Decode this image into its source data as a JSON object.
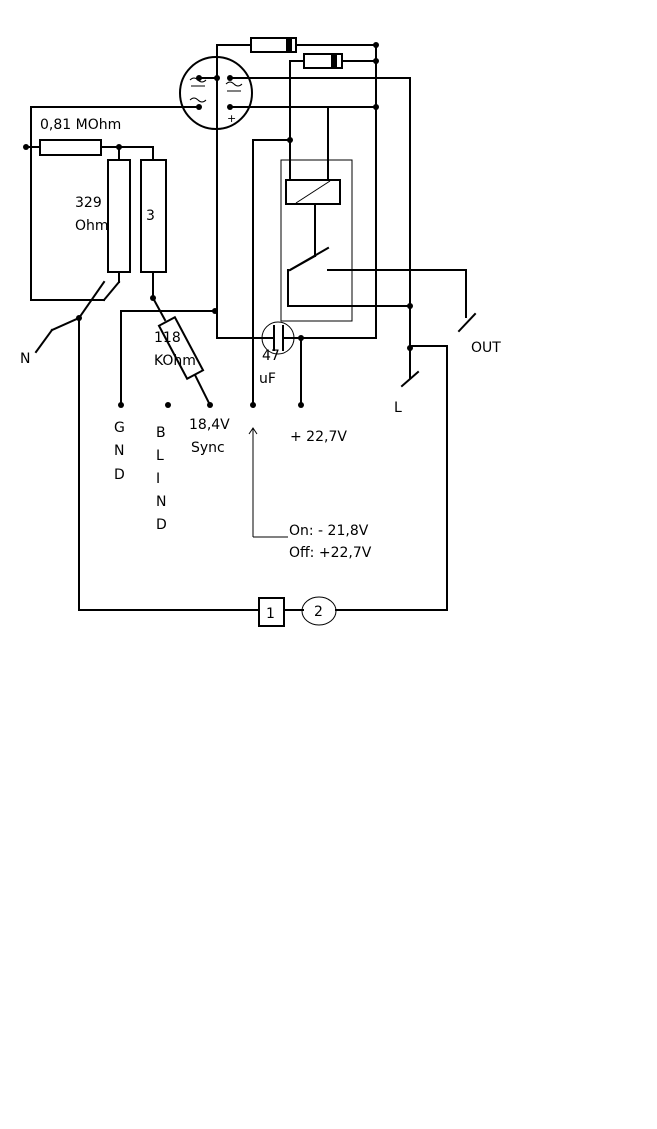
{
  "labels": {
    "r_main": "0,81 MOhm",
    "r_left_value": "329",
    "r_left_unit": "Ohm",
    "r_right": "3",
    "r_sync_value": "118",
    "r_sync_unit": "KOhm",
    "cap_value": "47",
    "cap_unit": "uF",
    "neutral": "N",
    "live": "L",
    "out": "OUT",
    "gnd": [
      "G",
      "N",
      "D"
    ],
    "blind": [
      "B",
      "L",
      "I",
      "N",
      "D"
    ],
    "sync_voltage": "18,4V",
    "sync_label": "Sync",
    "supply": "+ 22,7V",
    "state_on": "On:  - 21,8V",
    "state_off": "Off: +22,7V",
    "box_1": "1",
    "circle_2": "2",
    "bridge_plus": "+"
  },
  "colors": {
    "wire": "#000000",
    "background": "#ffffff"
  }
}
